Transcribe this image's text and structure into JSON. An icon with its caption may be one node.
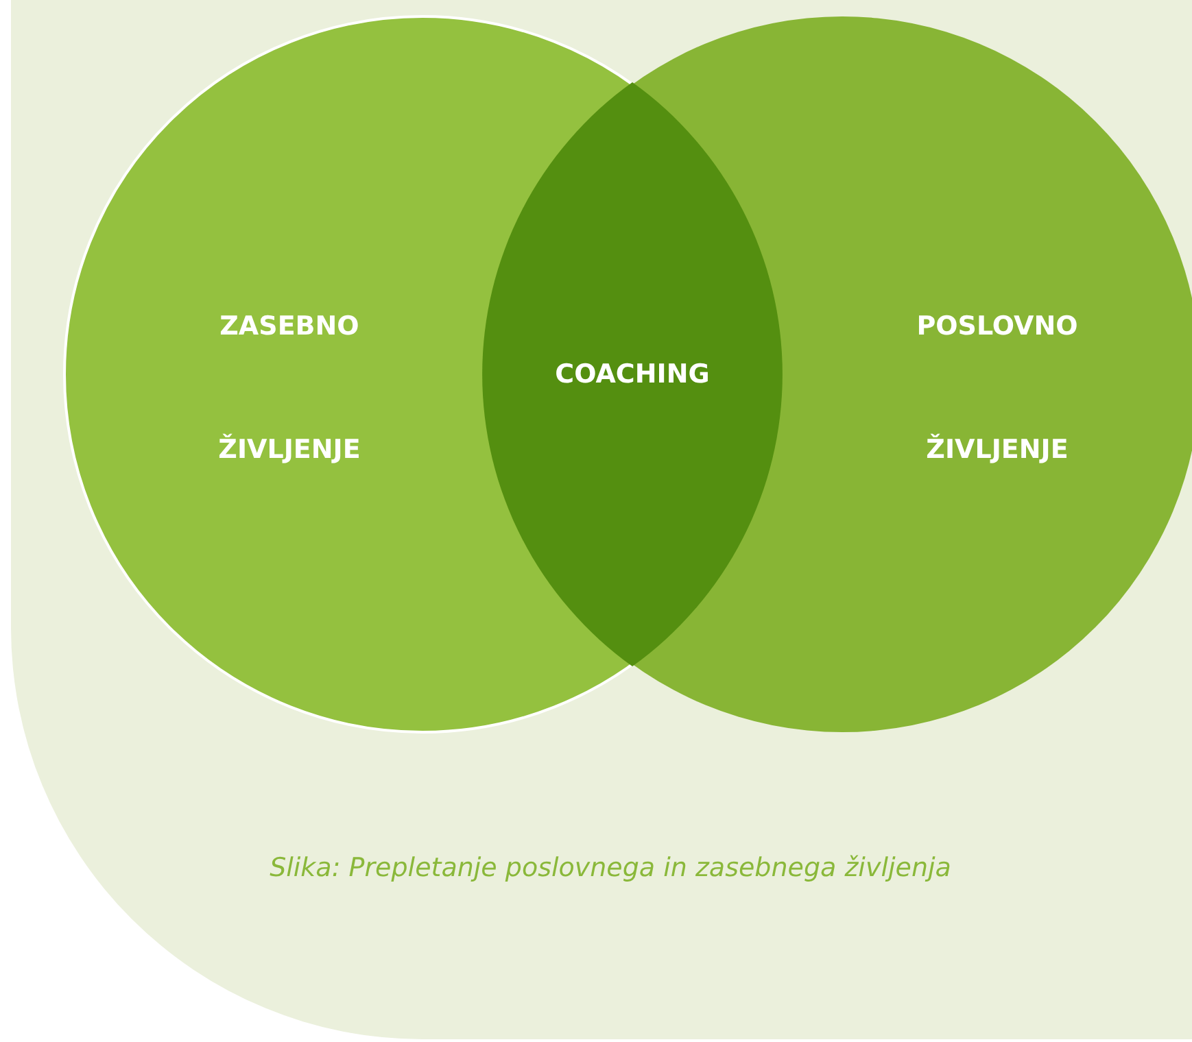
{
  "diagram": {
    "caption": "Slika: Prepletanje poslovnega in zasebnega življenja",
    "nodes": [
      {
        "text": [
          "ZASEBNO ŽIVLJENJE"
        ]
      },
      {
        "text": [
          "POSLOVNO ŽIVLJENJE"
        ]
      },
      {
        "text": [
          "COACHING"
        ]
      }
    ]
  }
}
